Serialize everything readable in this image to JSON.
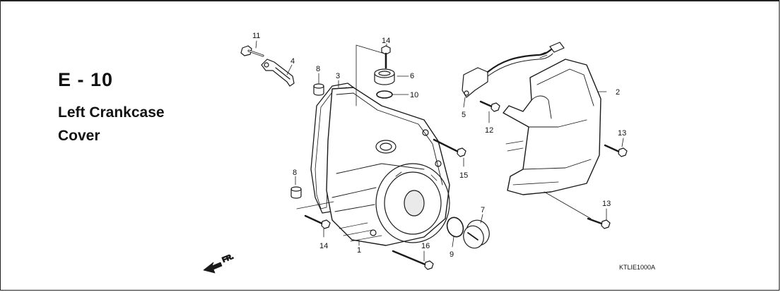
{
  "header": {
    "code": "E - 10",
    "title_line1": "Left Crankcase",
    "title_line2": "Cover"
  },
  "reference_code": "KTLIE1000A",
  "direction_label": "FR.",
  "callouts": {
    "c1": "1",
    "c2": "2",
    "c3": "3",
    "c4": "4",
    "c5": "5",
    "c6": "6",
    "c7": "7",
    "c8a": "8",
    "c8b": "8",
    "c9": "9",
    "c10": "10",
    "c11": "11",
    "c12": "12",
    "c13a": "13",
    "c13b": "13",
    "c14a": "14",
    "c14b": "14",
    "c15": "15",
    "c16": "16"
  }
}
